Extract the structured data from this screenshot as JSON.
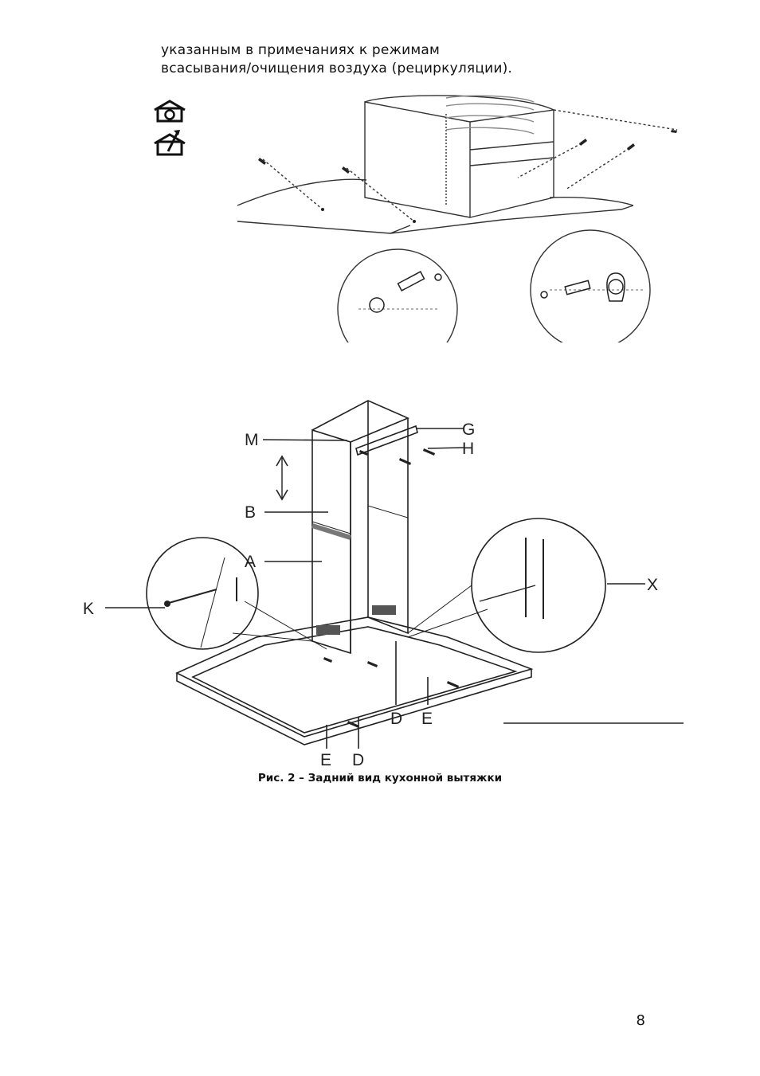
{
  "intro": {
    "line1": "указанным в примечаниях к режимам",
    "line2": "всасывания/очищения воздуха (рециркуляции)."
  },
  "mode_icons": [
    "house-extraction-icon",
    "house-recirculation-icon"
  ],
  "figure2": {
    "labels": {
      "M": "M",
      "G": "G",
      "H": "H",
      "B": "B",
      "A": "A",
      "K": "K",
      "X": "X",
      "D_right": "D",
      "E_right": "E",
      "E_bottom": "E",
      "D_bottom": "D"
    },
    "caption": "Рис. 2 – Задний вид кухонной вытяжки"
  },
  "page_number": "8"
}
